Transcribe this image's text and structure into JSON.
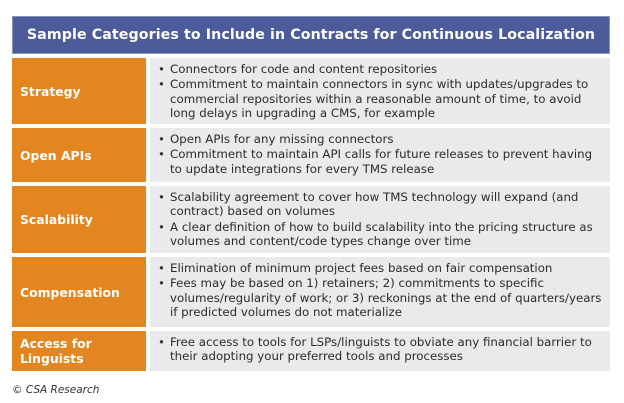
{
  "title": "Sample Categories to Include in Contracts for Continuous Localization",
  "rows": [
    {
      "category": "Strategy",
      "items": [
        "Connectors for code and content repositories",
        "Commitment to maintain connectors in sync with updates/upgrades to commercial repositories within a reasonable amount of time, to avoid long delays in upgrading a CMS, for example"
      ]
    },
    {
      "category": "Open APIs",
      "items": [
        "Open APIs for any missing connectors",
        "Commitment to maintain API calls for future releases to prevent having to update integrations for every TMS release"
      ]
    },
    {
      "category": "Scalability",
      "items": [
        "Scalability agreement to cover how TMS technology will expand (and contract) based on volumes",
        "A clear definition of how to build scalability into the pricing structure as volumes and content/code types change over time"
      ]
    },
    {
      "category": "Compensation",
      "items": [
        "Elimination of minimum project fees based on fair compensation",
        "Fees may be based on 1) retainers; 2) commitments to specific volumes/regularity of work; or 3) reckonings at the end of quarters/years if predicted volumes do not materialize"
      ]
    },
    {
      "category": "Access for Linguists",
      "items": [
        "Free access to tools for LSPs/linguists to obviate any financial barrier to their adopting your preferred tools and processes"
      ]
    }
  ],
  "bullet": "•",
  "copyright": "© CSA Research",
  "colors": {
    "header_bg": "#4e5b9b",
    "category_bg": "#e3861f",
    "content_bg": "#e9eaec"
  }
}
